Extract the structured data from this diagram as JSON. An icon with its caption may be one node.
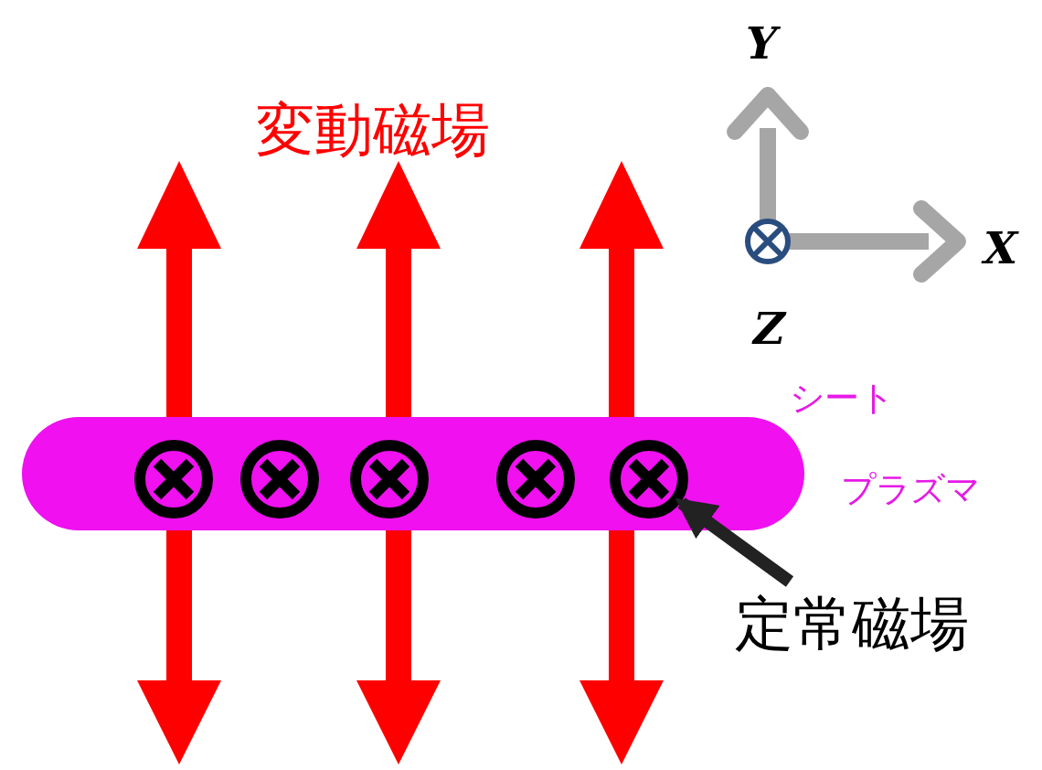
{
  "diagram": {
    "nodes": [
      {
        "text": [],
        "shape": "box",
        "beside": [
          "シート",
          "プラズマ"
        ]
      },
      {
        "text": [],
        "shape": "circle",
        "in": 0
      },
      {
        "text": [],
        "shape": "circle",
        "in": 0
      },
      {
        "text": [],
        "shape": "circle",
        "in": 0
      },
      {
        "text": [],
        "shape": "circle",
        "in": 0
      },
      {
        "text": [],
        "shape": "circle",
        "in": 0
      },
      {
        "text": [
          "定常磁場"
        ]
      }
    ],
    "edges": [
      {
        "from": 6,
        "to": 5,
        "arrow": "to"
      }
    ],
    "labels": [
      "変動磁場",
      "Y",
      "X",
      "Z"
    ]
  }
}
